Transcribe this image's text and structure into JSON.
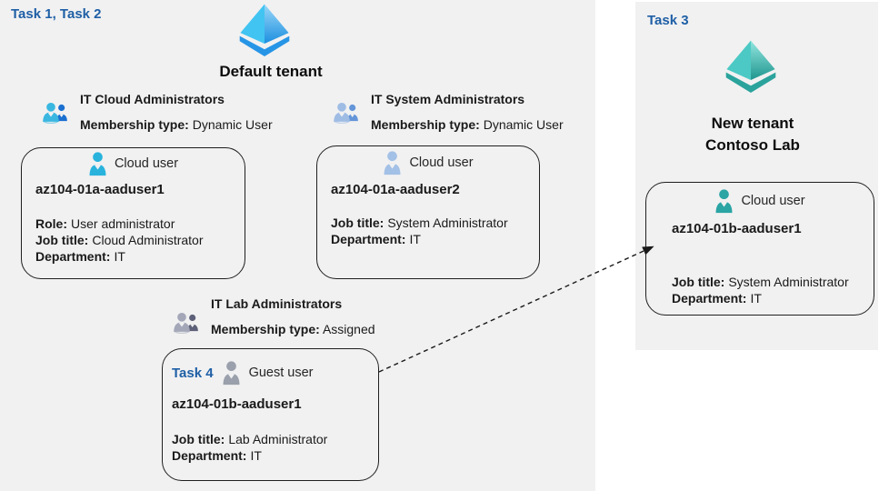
{
  "colors": {
    "panel_bg": "#f1f1f2",
    "task_blue": "#1e5fa5",
    "ink": "#1a1a1a",
    "aad_left": "#41c4f1",
    "aad_right_top": "#9ad8f8",
    "aad_right_bottom": "#1d8fe0",
    "aad_base": "#2795e6",
    "teal_left": "#4cc9c4",
    "teal_right_top": "#93e6e0",
    "teal_right_bottom": "#1f968e",
    "teal_base": "#2aa39c",
    "user_cloud1": "#29b3dc",
    "user_cloud2": "#a3c0e6",
    "user_guest": "#9aa0ac",
    "user_teal": "#2ba4a4",
    "grp1_front": "#3ab7e0",
    "grp1_back": "#1a6fd0",
    "grp2_front": "#9fbce4",
    "grp2_back": "#6495d8",
    "grp3_front": "#a3a7b8",
    "grp3_back": "#5d6078"
  },
  "default_tenant": {
    "task_label": "Task 1, Task 2",
    "tenant_name": "Default tenant",
    "groups": [
      {
        "title": "IT Cloud Administrators",
        "membership_label": "Membership type:",
        "membership_value": "Dynamic User"
      },
      {
        "title": "IT System Administrators",
        "membership_label": "Membership type:",
        "membership_value": "Dynamic User"
      },
      {
        "title": "IT Lab Administrators",
        "membership_label": "Membership type:",
        "membership_value": "Assigned"
      }
    ],
    "users": [
      {
        "type_label": "Cloud user",
        "name": "az104-01a-aaduser1",
        "fields": [
          {
            "label": "Role:",
            "value": "User administrator"
          },
          {
            "label": "Job title:",
            "value": "Cloud Administrator"
          },
          {
            "label": "Department:",
            "value": "IT"
          }
        ]
      },
      {
        "type_label": "Cloud user",
        "name": "az104-01a-aaduser2",
        "fields": [
          {
            "label": "Job title:",
            "value": "System Administrator"
          },
          {
            "label": "Department:",
            "value": "IT"
          }
        ]
      },
      {
        "task_label": "Task 4",
        "type_label": "Guest user",
        "name": "az104-01b-aaduser1",
        "fields": [
          {
            "label": "Job title:",
            "value": "Lab Administrator"
          },
          {
            "label": "Department:",
            "value": "IT"
          }
        ]
      }
    ]
  },
  "new_tenant": {
    "task_label": "Task 3",
    "tenant_name_line1": "New tenant",
    "tenant_name_line2": "Contoso Lab",
    "user": {
      "type_label": "Cloud user",
      "name": "az104-01b-aaduser1",
      "fields": [
        {
          "label": "Job title:",
          "value": "System Administrator"
        },
        {
          "label": "Department:",
          "value": "IT"
        }
      ]
    }
  }
}
